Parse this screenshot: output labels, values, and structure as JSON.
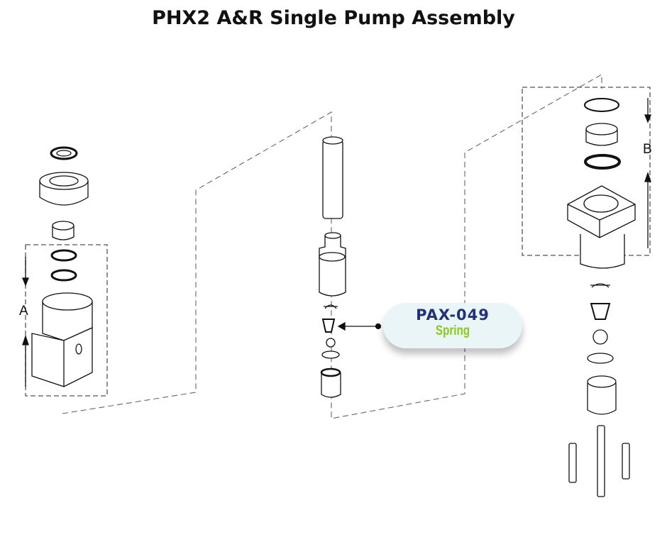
{
  "title": "PHX2 A&R Single Pump Assembly",
  "labels": {
    "a": "A",
    "b": "B"
  },
  "callout": {
    "part_number": "PAX-049",
    "part_name": "Spring"
  },
  "colors": {
    "part_number": "#23317a",
    "part_name": "#8ac81e",
    "callout_bg": "#eaf5f7"
  }
}
